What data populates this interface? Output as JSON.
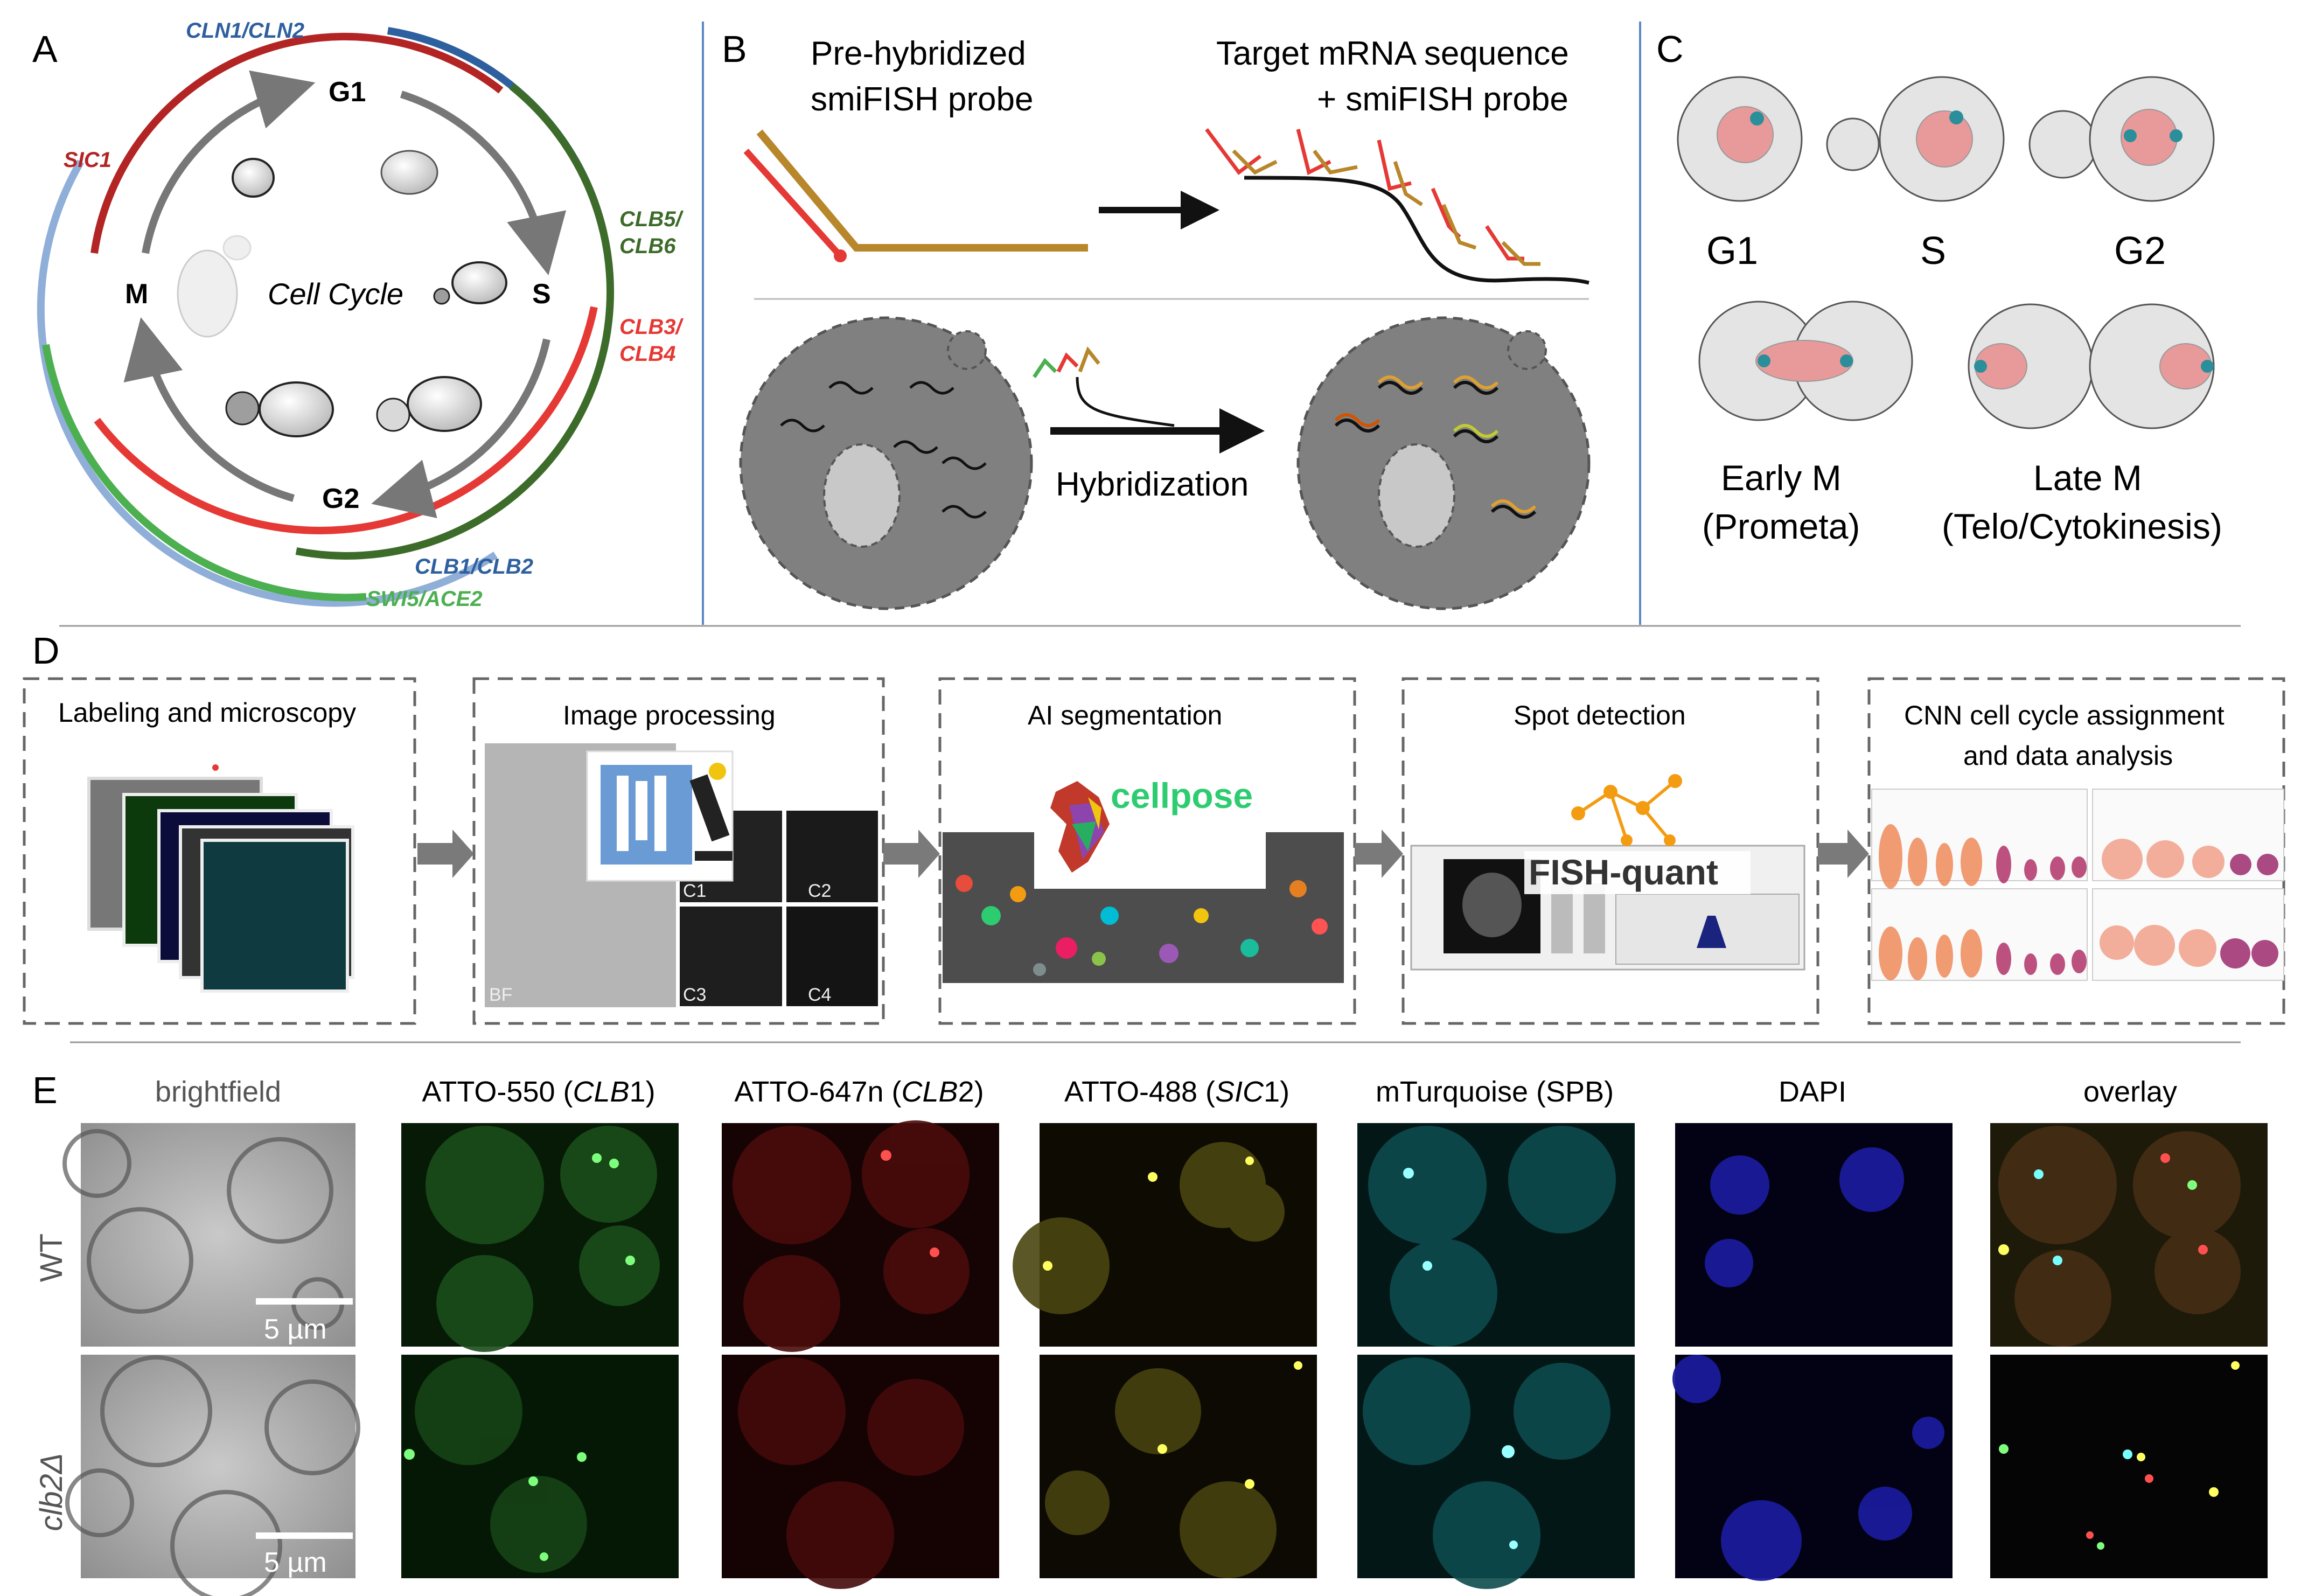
{
  "panel_letters": {
    "a": "A",
    "b": "B",
    "c": "C",
    "d": "D",
    "e": "E"
  },
  "panel_a": {
    "phases": {
      "g1": "G1",
      "s": "S",
      "g2": "G2",
      "m": "M"
    },
    "center_label": "Cell Cycle",
    "genes": {
      "cln1_cln2": "CLN1/CLN2",
      "sic1": "SIC1",
      "clb5_l1": "CLB5/",
      "clb5_l2": "CLB6",
      "clb3_l1": "CLB3/",
      "clb3_l2": "CLB4",
      "clb1_clb2": "CLB1/CLB2",
      "swi5_ace2": "SWI5/ACE2"
    },
    "colors": {
      "cln": "#2e5f9e",
      "sic1": "#b32424",
      "clb5": "#3d6b2a",
      "clb3": "#e53935",
      "clb1": "#8faed8",
      "swi5": "#4caf50",
      "arrow": "#7a7a7a"
    }
  },
  "panel_b": {
    "probe_title_1": "Pre-hybridized",
    "probe_title_2": "smiFISH probe",
    "target_title_1": "Target mRNA sequence",
    "target_title_2": "+ smiFISH probe",
    "hybridization": "Hybridization"
  },
  "panel_c": {
    "g1": "G1",
    "s": "S",
    "g2": "G2",
    "early_m_1": "Early M",
    "early_m_2": "(Prometa)",
    "late_m_1": "Late M",
    "late_m_2": "(Telo/Cytokinesis)"
  },
  "panel_d": {
    "steps": [
      {
        "title": "Labeling and microscopy"
      },
      {
        "title": "Image processing",
        "channels": [
          "C1",
          "C2",
          "BF",
          "C3",
          "C4"
        ]
      },
      {
        "title": "AI segmentation",
        "logo": "cellpose"
      },
      {
        "title": "Spot detection",
        "logo": "FISH-quant"
      },
      {
        "title_1": "CNN cell cycle assignment",
        "title_2": "and data analysis"
      }
    ]
  },
  "panel_e": {
    "columns": [
      {
        "pre": "brightfield",
        "ital": "",
        "post": ""
      },
      {
        "pre": "ATTO-550  (",
        "ital": "CLB",
        "post": "1)"
      },
      {
        "pre": "ATTO-647n  (",
        "ital": "CLB",
        "post": "2)"
      },
      {
        "pre": "ATTO-488  (",
        "ital": "SIC",
        "post": "1)"
      },
      {
        "pre": "mTurquoise (SPB)",
        "ital": "",
        "post": ""
      },
      {
        "pre": "DAPI",
        "ital": "",
        "post": ""
      },
      {
        "pre": "overlay",
        "ital": "",
        "post": ""
      }
    ],
    "rows": [
      "WT",
      "clb2Δ"
    ],
    "scale_bar": "5 µm"
  }
}
